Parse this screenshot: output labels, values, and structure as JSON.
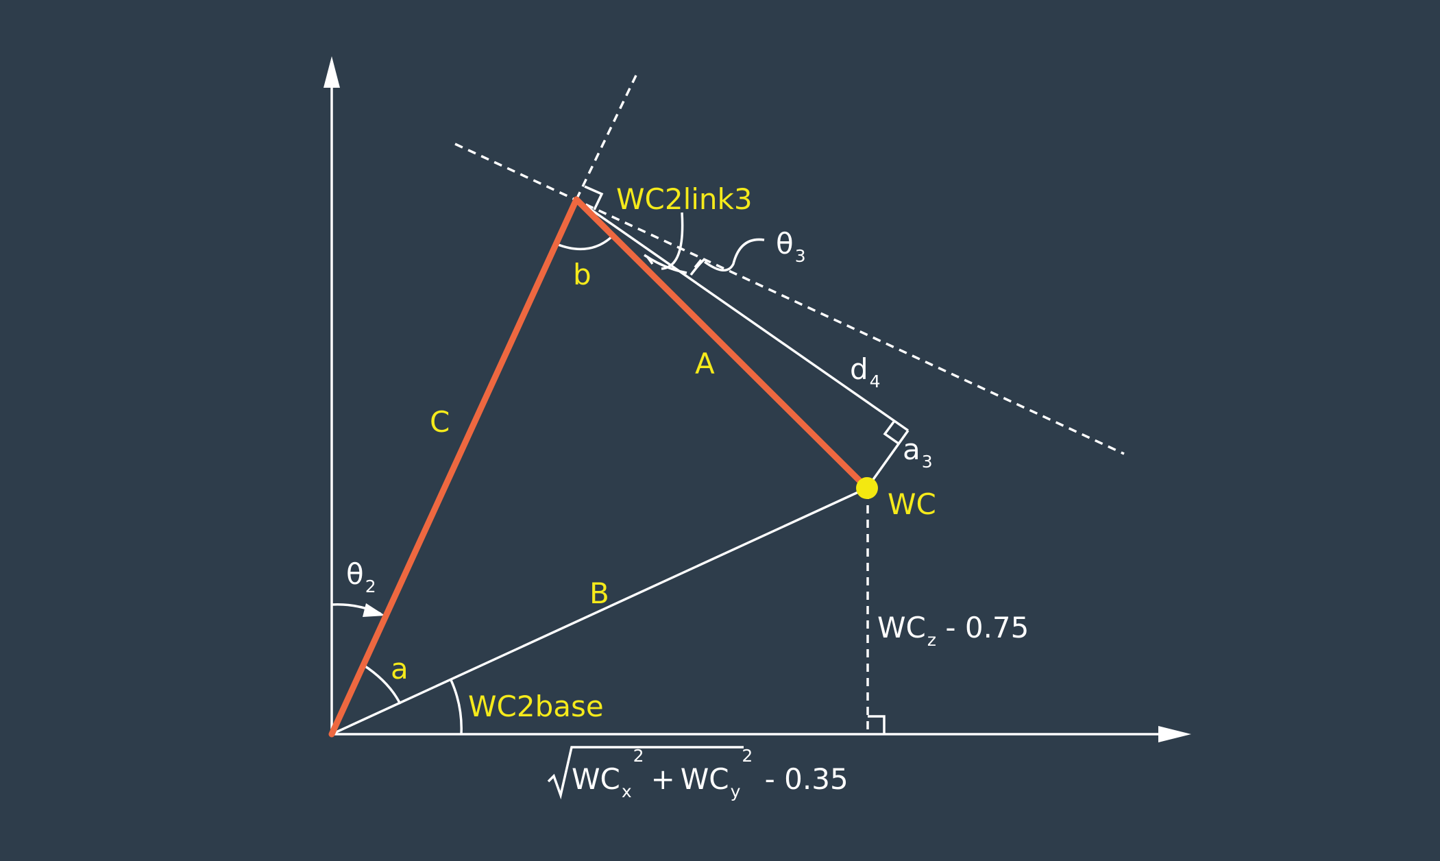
{
  "colors": {
    "background": "#2e3d4b",
    "line": "#ffffff",
    "link": "#ee6840",
    "label_yellow": "#f5ea1b",
    "label_white": "#ffffff",
    "wc_point": "#f3e811"
  },
  "labels": {
    "side_a": "A",
    "side_b": "B",
    "side_c": "C",
    "angle_a": "a",
    "angle_b": "b",
    "wc2link3": "WC2link3",
    "wc2base": "WC2base",
    "wc": "WC",
    "theta2": {
      "main": "θ",
      "sub": "2"
    },
    "theta3": {
      "main": "θ",
      "sub": "3"
    },
    "d4": {
      "main": "d",
      "sub": "4"
    },
    "a3": {
      "main": "a",
      "sub": "3"
    },
    "wcz": {
      "main": "WC",
      "sub": "z",
      "rest": " - 0.75"
    },
    "sqrt_expr": {
      "term1_main": "WC",
      "term1_sub": "x",
      "term1_sup": "2",
      "plus": "+",
      "term2_main": "WC",
      "term2_sub": "y",
      "term2_sup": "2",
      "rest": " - 0.35"
    }
  },
  "icons": [
    "right-angle-marker-icon",
    "arrowhead-icon",
    "square-root-icon"
  ]
}
